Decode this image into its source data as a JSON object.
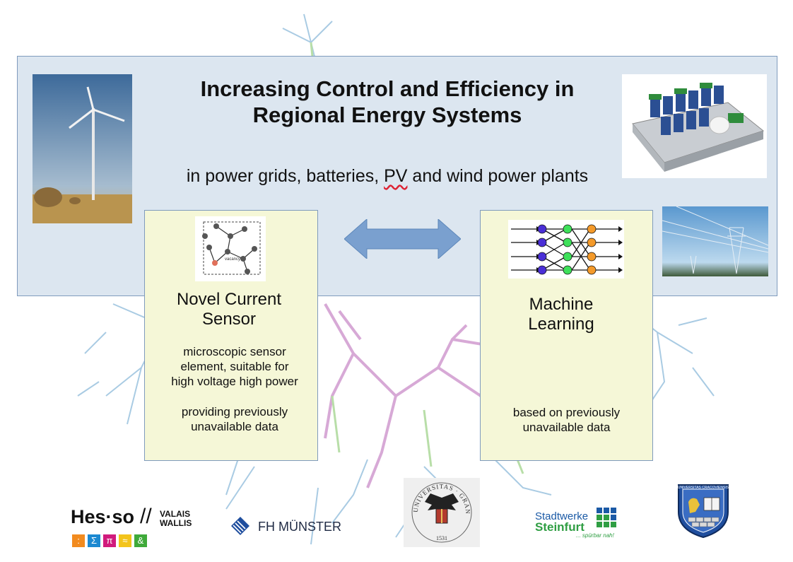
{
  "header": {
    "title_line1": "Increasing Control and Efficiency in",
    "title_line2": "Regional Energy Systems",
    "subtitle_before": "in power grids, batteries, ",
    "subtitle_pv": "PV",
    "subtitle_after": " and wind power plants"
  },
  "sensor_card": {
    "title_line1": "Novel Current",
    "title_line2": "Sensor",
    "desc_line1": "microscopic sensor",
    "desc_line2": "element, suitable for",
    "desc_line3": "high voltage high power",
    "desc2_line1": "providing previously",
    "desc2_line2": "unavailable data",
    "figure_label": "vacancy"
  },
  "ml_card": {
    "title_line1": "Machine",
    "title_line2": "Learning",
    "desc_line1": "based on previously",
    "desc_line2": "unavailable data"
  },
  "logos": {
    "hes_so": "Hes·so",
    "hes_so_sub1": "VALAIS",
    "hes_so_sub2": "WALLIS",
    "hes_so_symbols": [
      ":",
      "Σ",
      "π",
      "≈",
      "&"
    ],
    "fh_muenster": "FH MÜNSTER",
    "granada_ring": "UNIVERSITAS · GRANATENSIS",
    "granada_year": "1531",
    "stadtwerke_1": "Stadtwerke",
    "stadtwerke_2": "Steinfurt",
    "stadtwerke_slogan": "... spürbar nah!",
    "cracow_text": "UNIVERSITAS CRACOVIENSIS"
  },
  "colors": {
    "banner": "#dce6f0",
    "card": "#f5f7d7",
    "arrow": "#7aa0cf",
    "tree_blue": "#a9cbe3",
    "tree_pink": "#d7a9d6",
    "tree_green": "#b8dea8"
  }
}
